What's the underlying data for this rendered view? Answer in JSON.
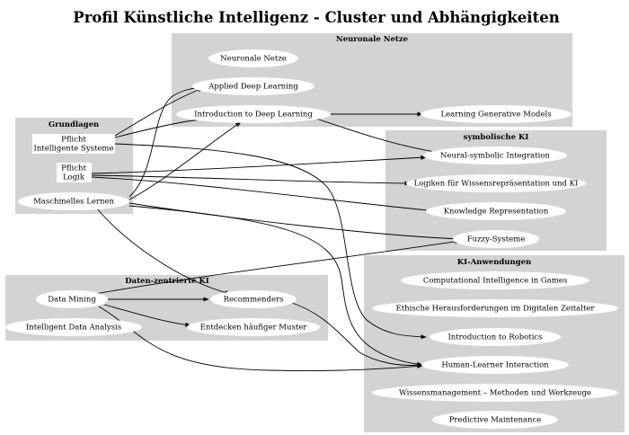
{
  "title": "Profil Künstliche Intelligenz - Cluster und Abhängigkeiten",
  "clusters": {
    "neuronale_netze": "Neuronale Netze",
    "symbolische_ki": "symbolische KI",
    "grundlagen": "Grundlagen",
    "daten_ki": "Daten-zentrierte KI",
    "ki_anwendungen": "KI-Anwendungen"
  },
  "nodes": {
    "neuronale_netze": "Neuronale Netze",
    "applied_dl": "Applied Deep Learning",
    "intro_dl": "Introduction to Deep Learning",
    "learning_gen": "Learning Generative Models",
    "pflicht_is": [
      "Pflicht",
      "Intelligente Systeme"
    ],
    "pflicht_logik": [
      "Pflicht",
      "Logik"
    ],
    "ml": "Maschinelles Lernen",
    "neural_symbolic": "Neural-symbolic Integration",
    "logiken": "Logiken für Wissensrepräsentation und KI",
    "knowledge_rep": "Knowledge Representation",
    "fuzzy": "Fuzzy-Systeme",
    "data_mining": "Data Mining",
    "recommenders": "Recommenders",
    "ida": "Intelligent Data Analysis",
    "muster": "Entdecken häufiger Muster",
    "cig": "Computational Intelligence in Games",
    "ethik": "Ethische Herausforderungen im Digitalen Zeitalter",
    "robotics": "Introduction to Robotics",
    "hli": "Human-Learner Interaction",
    "wissen": "Wissensmanagement – Methoden und Werkzeuge",
    "pm": "Predictive Maintenance"
  },
  "edges": [
    [
      "pflicht_is",
      "applied_dl"
    ],
    [
      "pflicht_is",
      "intro_dl"
    ],
    [
      "pflicht_is",
      "robotics"
    ],
    [
      "pflicht_logik",
      "neural_symbolic"
    ],
    [
      "pflicht_logik",
      "logiken"
    ],
    [
      "pflicht_logik",
      "knowledge_rep"
    ],
    [
      "ml",
      "applied_dl"
    ],
    [
      "ml",
      "intro_dl"
    ],
    [
      "ml",
      "fuzzy"
    ],
    [
      "ml",
      "recommenders"
    ],
    [
      "ml",
      "hli"
    ],
    [
      "intro_dl",
      "learning_gen"
    ],
    [
      "intro_dl",
      "neural_symbolic"
    ],
    [
      "data_mining",
      "recommenders"
    ],
    [
      "data_mining",
      "muster"
    ],
    [
      "data_mining",
      "fuzzy"
    ],
    [
      "data_mining",
      "hli"
    ],
    [
      "recommenders",
      "hli"
    ]
  ]
}
